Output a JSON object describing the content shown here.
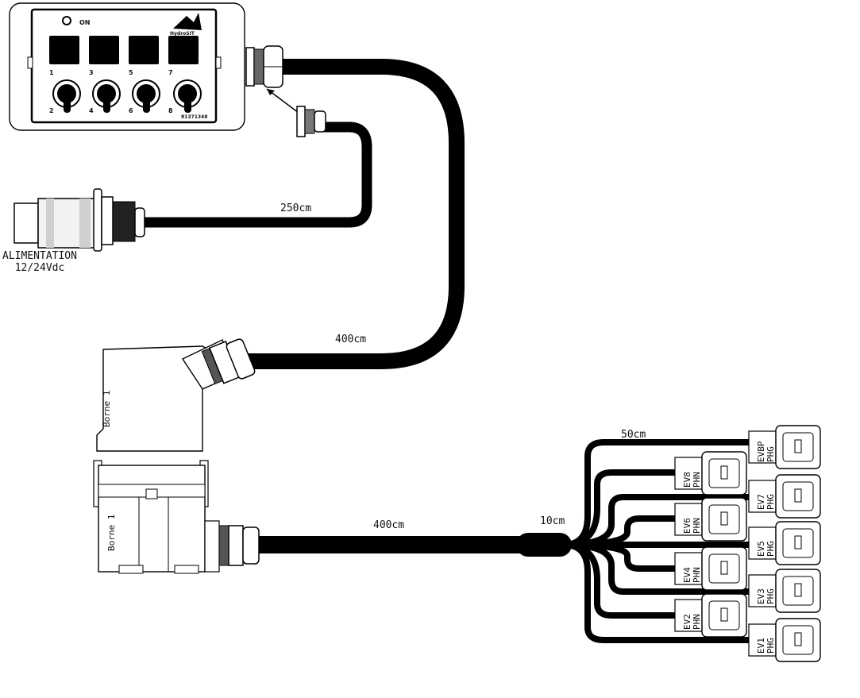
{
  "control_box": {
    "on_label": "ON",
    "brand": "HydroSIT",
    "part_number": "81371348",
    "numbers_top": [
      "1",
      "3",
      "5",
      "7"
    ],
    "numbers_bottom": [
      "2",
      "4",
      "6",
      "8"
    ]
  },
  "power": {
    "label_line1": "ALIMENTATION",
    "label_line2": "12/24Vdc"
  },
  "cables": {
    "power_cable": "250cm",
    "upper_cable": "400cm",
    "lower_cable": "400cm",
    "branch_short": "10cm",
    "branch_top": "50cm"
  },
  "connectors": {
    "upper_block": "Borne 1",
    "lower_block": "Borne 1"
  },
  "valves": [
    {
      "name": "EVBP",
      "type": "PHG"
    },
    {
      "name": "EV8",
      "type": "PHN"
    },
    {
      "name": "EV7",
      "type": "PHG"
    },
    {
      "name": "EV6",
      "type": "PHN"
    },
    {
      "name": "EV5",
      "type": "PHG"
    },
    {
      "name": "EV4",
      "type": "PHN"
    },
    {
      "name": "EV3",
      "type": "PHG"
    },
    {
      "name": "EV2",
      "type": "PHN"
    },
    {
      "name": "EV1",
      "type": "PHG"
    }
  ]
}
